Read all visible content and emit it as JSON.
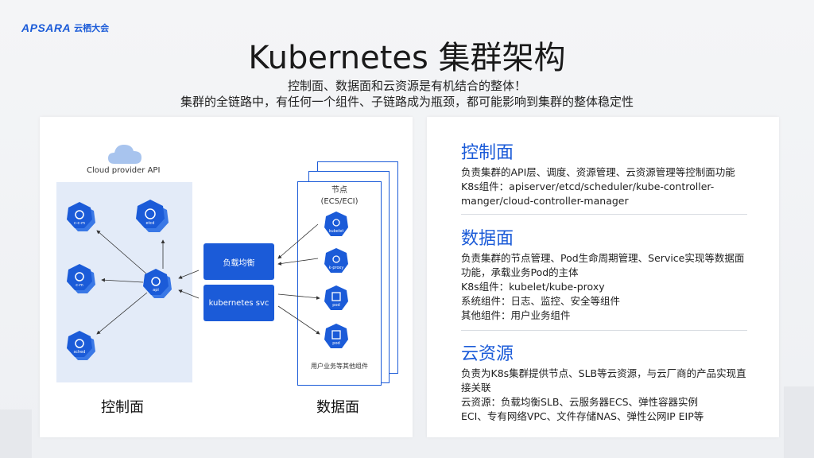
{
  "logo": {
    "brand": "APSARA",
    "brand_cn": "云栖大会"
  },
  "title": "Kubernetes 集群架构",
  "subtitle_1": "控制面、数据面和云资源是有机结合的整体！",
  "subtitle_2": "集群的全链路中，有任何一个组件、子链路成为瓶颈，都可能影响到集群的整体稳定性",
  "diagram": {
    "cloud_provider_label": "Cloud provider API",
    "node_title": "节点",
    "node_subtitle": "(ECS/ECI)",
    "node_footer": "用户业务等其他组件",
    "load_balancer": "负载均衡",
    "svc": "kubernetes svc",
    "control_icons": [
      "c-c-m",
      "etcd",
      "c-m",
      "api",
      "sched"
    ],
    "node_icons": [
      "kubelet",
      "k-proxy",
      "pod",
      "pod"
    ],
    "label_control": "控制面",
    "label_data": "数据面"
  },
  "sections": [
    {
      "title": "控制面",
      "lines": [
        "负责集群的API层、调度、资源管理、云资源管理等控制面功能",
        "K8s组件：apiserver/etcd/scheduler/kube-controller-",
        "manger/cloud-controller-manager"
      ]
    },
    {
      "title": "数据面",
      "lines": [
        "负责集群的节点管理、Pod生命周期管理、Service实现等数据面",
        "功能，承载业务Pod的主体",
        "K8s组件：kubelet/kube-proxy",
        "系统组件：日志、监控、安全等组件",
        "其他组件：用户业务组件"
      ]
    },
    {
      "title": "云资源",
      "lines": [
        "负责为K8s集群提供节点、SLB等云资源，与云厂商的产品实现直",
        "接关联",
        "云资源：负载均衡SLB、云服务器ECS、弹性容器实例",
        "ECI、专有网络VPC、文件存储NAS、弹性公网IP EIP等"
      ]
    }
  ],
  "colors": {
    "accent": "#1b5bd8",
    "control_area": "#e3ebf8"
  }
}
